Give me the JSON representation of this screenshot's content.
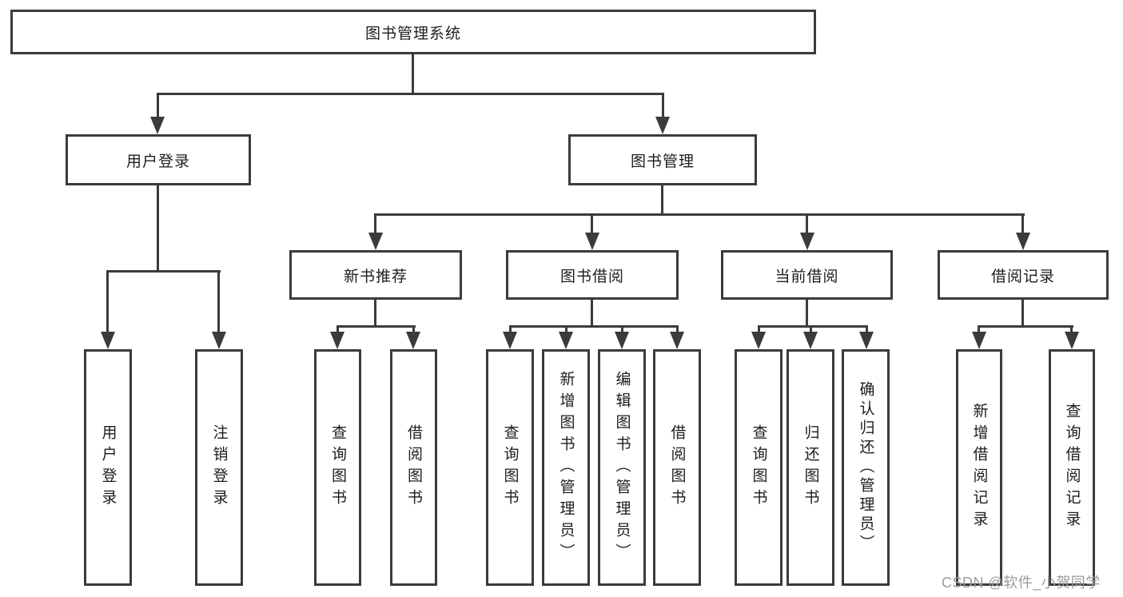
{
  "diagram_type": "hierarchy-tree",
  "colors": {
    "line": "#3b3b3b",
    "box_border": "#3b3b3b",
    "text": "#1d1d1d",
    "background": "#ffffff",
    "watermark": "#9b9b9b"
  },
  "tree": {
    "root": {
      "label": "图书管理系统"
    },
    "children": [
      {
        "label": "用户登录",
        "children": [
          {
            "label": "用户登录"
          },
          {
            "label": "注销登录"
          }
        ]
      },
      {
        "label": "图书管理",
        "children": [
          {
            "label": "新书推荐",
            "children": [
              {
                "label": "查询图书"
              },
              {
                "label": "借阅图书"
              }
            ]
          },
          {
            "label": "图书借阅",
            "children": [
              {
                "label": "查询图书"
              },
              {
                "label": "新增图书（管理员）"
              },
              {
                "label": "编辑图书（管理员）"
              },
              {
                "label": "借阅图书"
              }
            ]
          },
          {
            "label": "当前借阅",
            "children": [
              {
                "label": "查询图书"
              },
              {
                "label": "归还图书"
              },
              {
                "label": "确认归还（管理员）"
              }
            ]
          },
          {
            "label": "借阅记录",
            "children": [
              {
                "label": "新增借阅记录"
              },
              {
                "label": "查询借阅记录"
              }
            ]
          }
        ]
      }
    ]
  },
  "watermark": {
    "text": "CSDN @软件_小贺同学"
  }
}
